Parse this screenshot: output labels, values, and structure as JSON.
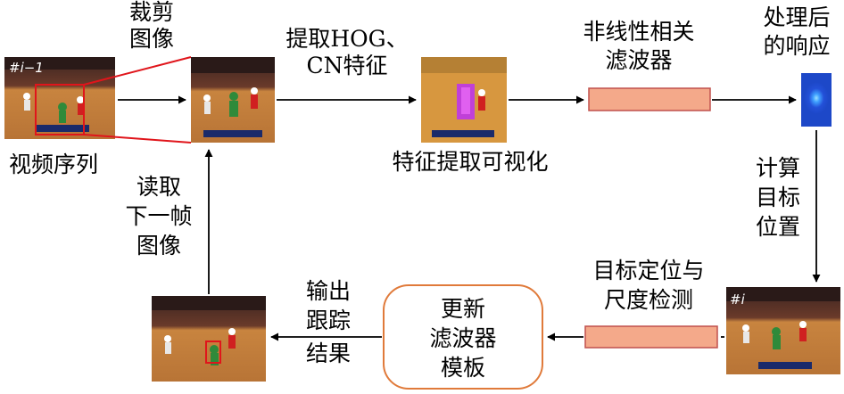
{
  "colors": {
    "filter_fill": "#f4a98a",
    "filter_stroke": "#c0504d",
    "template_stroke": "#e07a3a",
    "crop_red": "#e0151b",
    "arrow": "#000000",
    "court": "#8a5a3a",
    "court_floor": "#c8843f",
    "crowd": "#3a2420",
    "response_bg": "#1d48c8"
  },
  "labels": {
    "crop": [
      "裁剪",
      "图像"
    ],
    "extract": [
      "提取HOG、",
      "CN特征"
    ],
    "filter": [
      "非线性相关",
      "滤波器"
    ],
    "response": [
      "处理后",
      "的响应"
    ],
    "sequence": "视频序列",
    "feature_vis": "特征提取可视化",
    "compute": [
      "计算",
      "目标",
      "位置"
    ],
    "read_next": [
      "读取",
      "下一帧",
      "图像"
    ],
    "output": [
      "输出",
      "跟踪",
      "结果"
    ],
    "update": [
      "更新",
      "滤波器",
      "模板"
    ],
    "detect": [
      "目标定位与",
      "尺度检测"
    ]
  },
  "frame_tags": {
    "prev": "#i−1",
    "current": "#i"
  }
}
